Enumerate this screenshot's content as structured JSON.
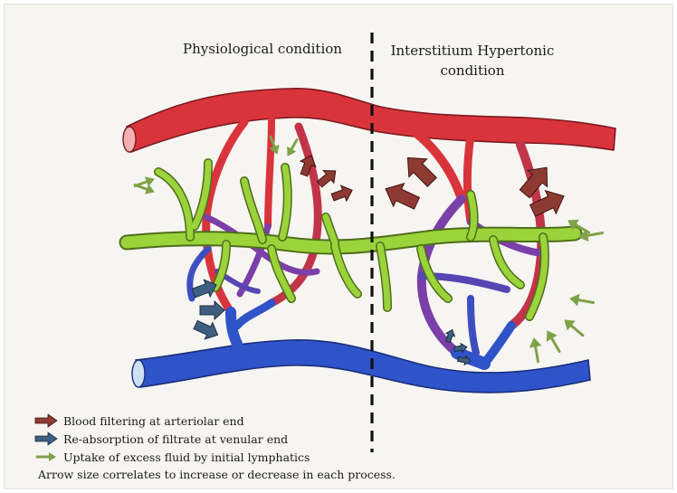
{
  "titles": {
    "left": "Physiological condition",
    "right_line1": "Interstitium Hypertonic",
    "right_line2": "condition"
  },
  "legend": {
    "items": [
      {
        "label": "Blood filtering at arteriolar end",
        "color": "#8e3a32",
        "icon": "filtration-arrow-icon"
      },
      {
        "label": "Re-absorption of filtrate at venular end",
        "color": "#3f5f80",
        "icon": "reabsorption-arrow-icon"
      },
      {
        "label": "Uptake of excess fluid by initial lymphatics",
        "color": "#7fa24a",
        "icon": "lymph-uptake-arrow-icon"
      }
    ],
    "note": "Arrow size correlates to increase or decrease in each process."
  },
  "colors": {
    "artery": "#d9343c",
    "artery_outline": "#7a1a1f",
    "vein": "#2f53c9",
    "vein_outline": "#1b2f7a",
    "capillary": "#7a3fa8",
    "lymph": "#9bd33a",
    "lymph_outline": "#4d6e1a",
    "filtration_arrow": "#8e3a32",
    "reabsorption_arrow": "#3f5f80",
    "uptake_arrow": "#7fa24a",
    "divider": "#111111"
  }
}
